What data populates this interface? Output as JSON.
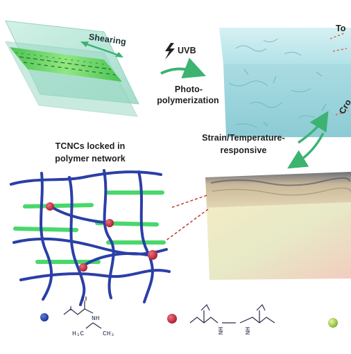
{
  "labels": {
    "shearing": "Shearing",
    "uvb": "UVB",
    "photo": "Photo-",
    "polymerization": "polymerization",
    "locked_line1": "TCNCs locked in",
    "locked_line2": "polymer network",
    "responsive_line1": "Strain/Temperature-",
    "responsive_line2": "responsive",
    "edge_top": "To",
    "edge_mid": "Cro"
  },
  "chemistry": {
    "monomer_nh": "NH",
    "monomer_h3c": "H₃C",
    "monomer_ch3": "CH₃",
    "crosslinker_nh_left": "NH",
    "crosslinker_nh_right": "NH"
  },
  "colors": {
    "glass": "#a9e3cf",
    "glass_edge": "#7fc6b2",
    "crystal": "#4fcf52",
    "arrow": "#3cb371",
    "polymer": "#2d3fa8",
    "crosslink": "#c0283a",
    "nanocrystal": "#46d46a",
    "gel_top": "#bde8ec",
    "gel_side": "#9fd6dc",
    "film_top": "#d8c7a3",
    "film_bottom": "#f0dccb",
    "dashed": "#c0392b"
  },
  "icons": {
    "uv": "lightning-icon",
    "arrow_right": "curved-arrow-icon",
    "cycle": "double-arrow-cycle-icon"
  }
}
